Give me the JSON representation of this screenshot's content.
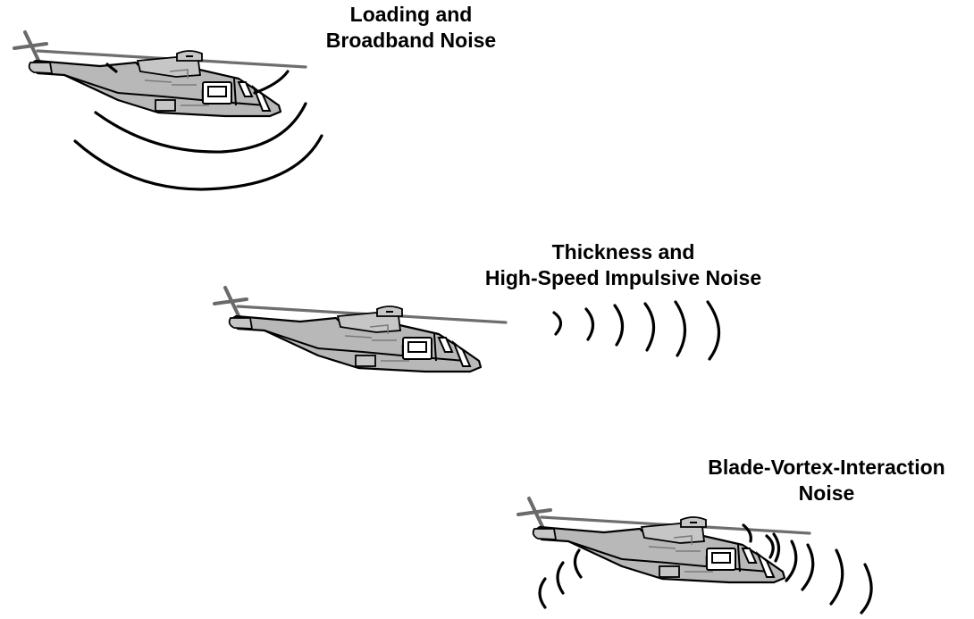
{
  "labels": {
    "loading": [
      "Loading and",
      "Broadband Noise"
    ],
    "thickness": [
      "Thickness and",
      "High-Speed Impulsive Noise"
    ],
    "bvi": [
      "Blade-Vortex-Interaction",
      "Noise"
    ]
  },
  "colors": {
    "fuselage": "#b8b8b8",
    "rotor_blade": "#6e6e6e",
    "wave": "#000000",
    "background": "#ffffff"
  }
}
